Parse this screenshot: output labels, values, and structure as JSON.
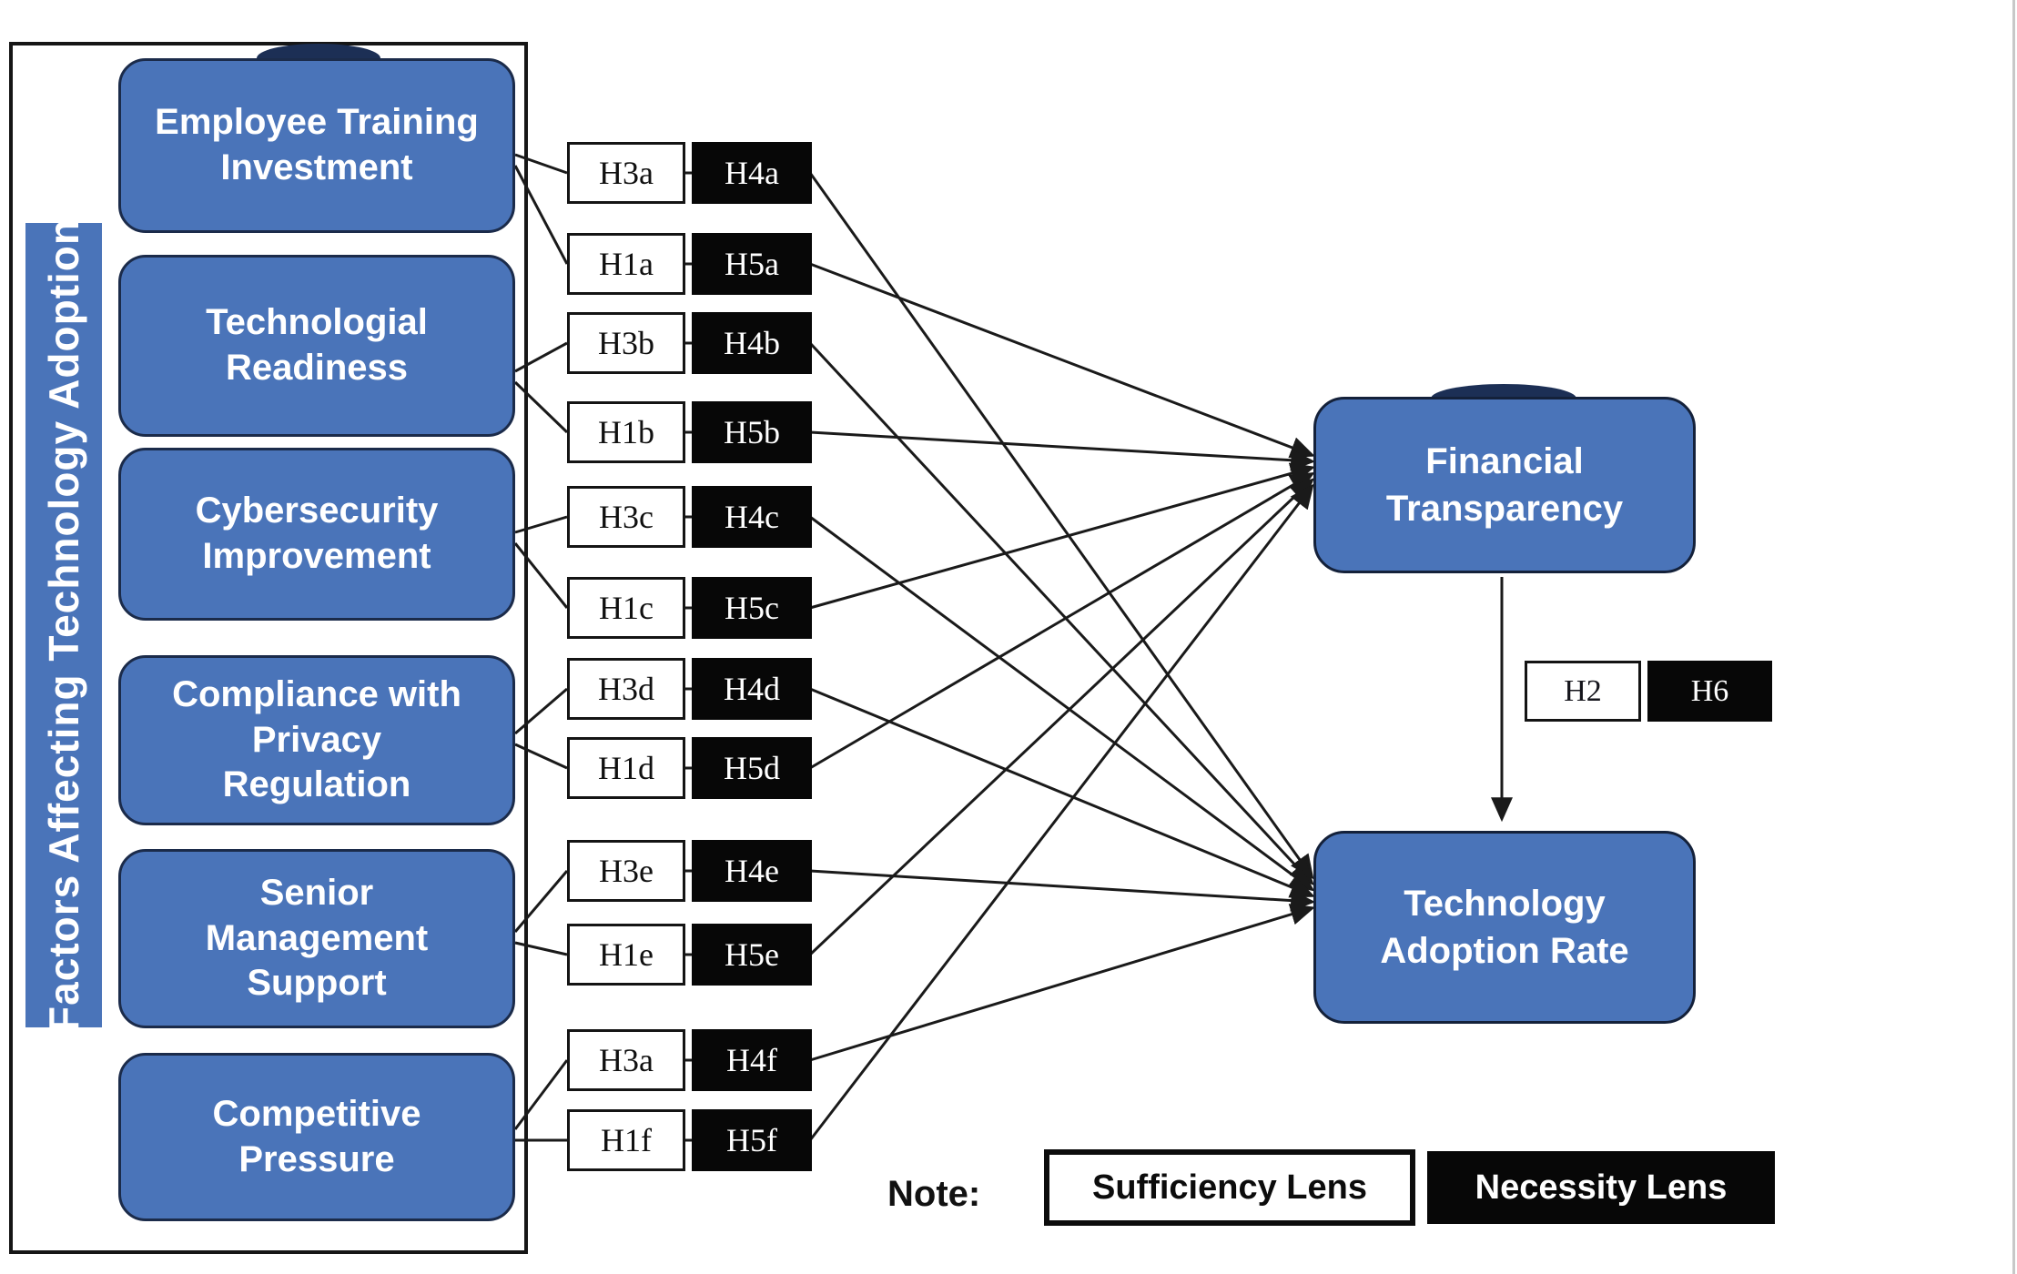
{
  "sidebar": {
    "title": "Factors Affecting Technology Adoption"
  },
  "factors": [
    {
      "label": "Employee Training Investment"
    },
    {
      "label": "Technologial Readiness"
    },
    {
      "label": "Cybersecurity Improvement"
    },
    {
      "label": "Compliance with Privacy Regulation"
    },
    {
      "label": "Senior Management Support"
    },
    {
      "label": "Competitive Pressure"
    }
  ],
  "rows": [
    {
      "sufficiency": "H3a",
      "necessity": "H4a",
      "factor": "Employee Training Investment",
      "target": "technology_adoption_rate"
    },
    {
      "sufficiency": "H1a",
      "necessity": "H5a",
      "factor": "Employee Training Investment",
      "target": "financial_transparency"
    },
    {
      "sufficiency": "H3b",
      "necessity": "H4b",
      "factor": "Technologial Readiness",
      "target": "technology_adoption_rate"
    },
    {
      "sufficiency": "H1b",
      "necessity": "H5b",
      "factor": "Technologial Readiness",
      "target": "financial_transparency"
    },
    {
      "sufficiency": "H3c",
      "necessity": "H4c",
      "factor": "Cybersecurity Improvement",
      "target": "technology_adoption_rate"
    },
    {
      "sufficiency": "H1c",
      "necessity": "H5c",
      "factor": "Cybersecurity Improvement",
      "target": "financial_transparency"
    },
    {
      "sufficiency": "H3d",
      "necessity": "H4d",
      "factor": "Compliance with Privacy Regulation",
      "target": "technology_adoption_rate"
    },
    {
      "sufficiency": "H1d",
      "necessity": "H5d",
      "factor": "Compliance with Privacy Regulation",
      "target": "financial_transparency"
    },
    {
      "sufficiency": "H3e",
      "necessity": "H4e",
      "factor": "Senior Management Support",
      "target": "technology_adoption_rate"
    },
    {
      "sufficiency": "H1e",
      "necessity": "H5e",
      "factor": "Senior Management Support",
      "target": "financial_transparency"
    },
    {
      "sufficiency": "H3a",
      "necessity": "H4f",
      "factor": "Competitive Pressure",
      "target": "technology_adoption_rate"
    },
    {
      "sufficiency": "H1f",
      "necessity": "H5f",
      "factor": "Competitive Pressure",
      "target": "financial_transparency"
    }
  ],
  "outcomes": [
    {
      "label": "Financial Transparency"
    },
    {
      "label": "Technology Adoption Rate"
    }
  ],
  "mediation": {
    "sufficiency": "H2",
    "necessity": "H6",
    "from": "Financial Transparency",
    "to": "Technology Adoption Rate"
  },
  "legend": {
    "note_label": "Note:",
    "sufficiency_label": "Sufficiency Lens",
    "necessity_label": "Necessity Lens"
  },
  "colors": {
    "factor_blue": "#4a74b9",
    "border_navy": "#1b2b4a",
    "black": "#070707",
    "white": "#ffffff",
    "line": "#1a1a1a"
  }
}
